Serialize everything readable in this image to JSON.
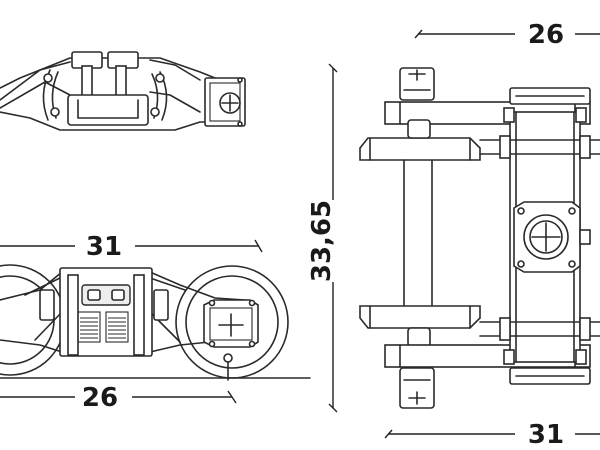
{
  "dimensions": {
    "bogie_length_side": "31",
    "wheelbase_side": "26",
    "height_front": "33,65",
    "top_width_front": "26",
    "bottom_width_front": "31"
  }
}
